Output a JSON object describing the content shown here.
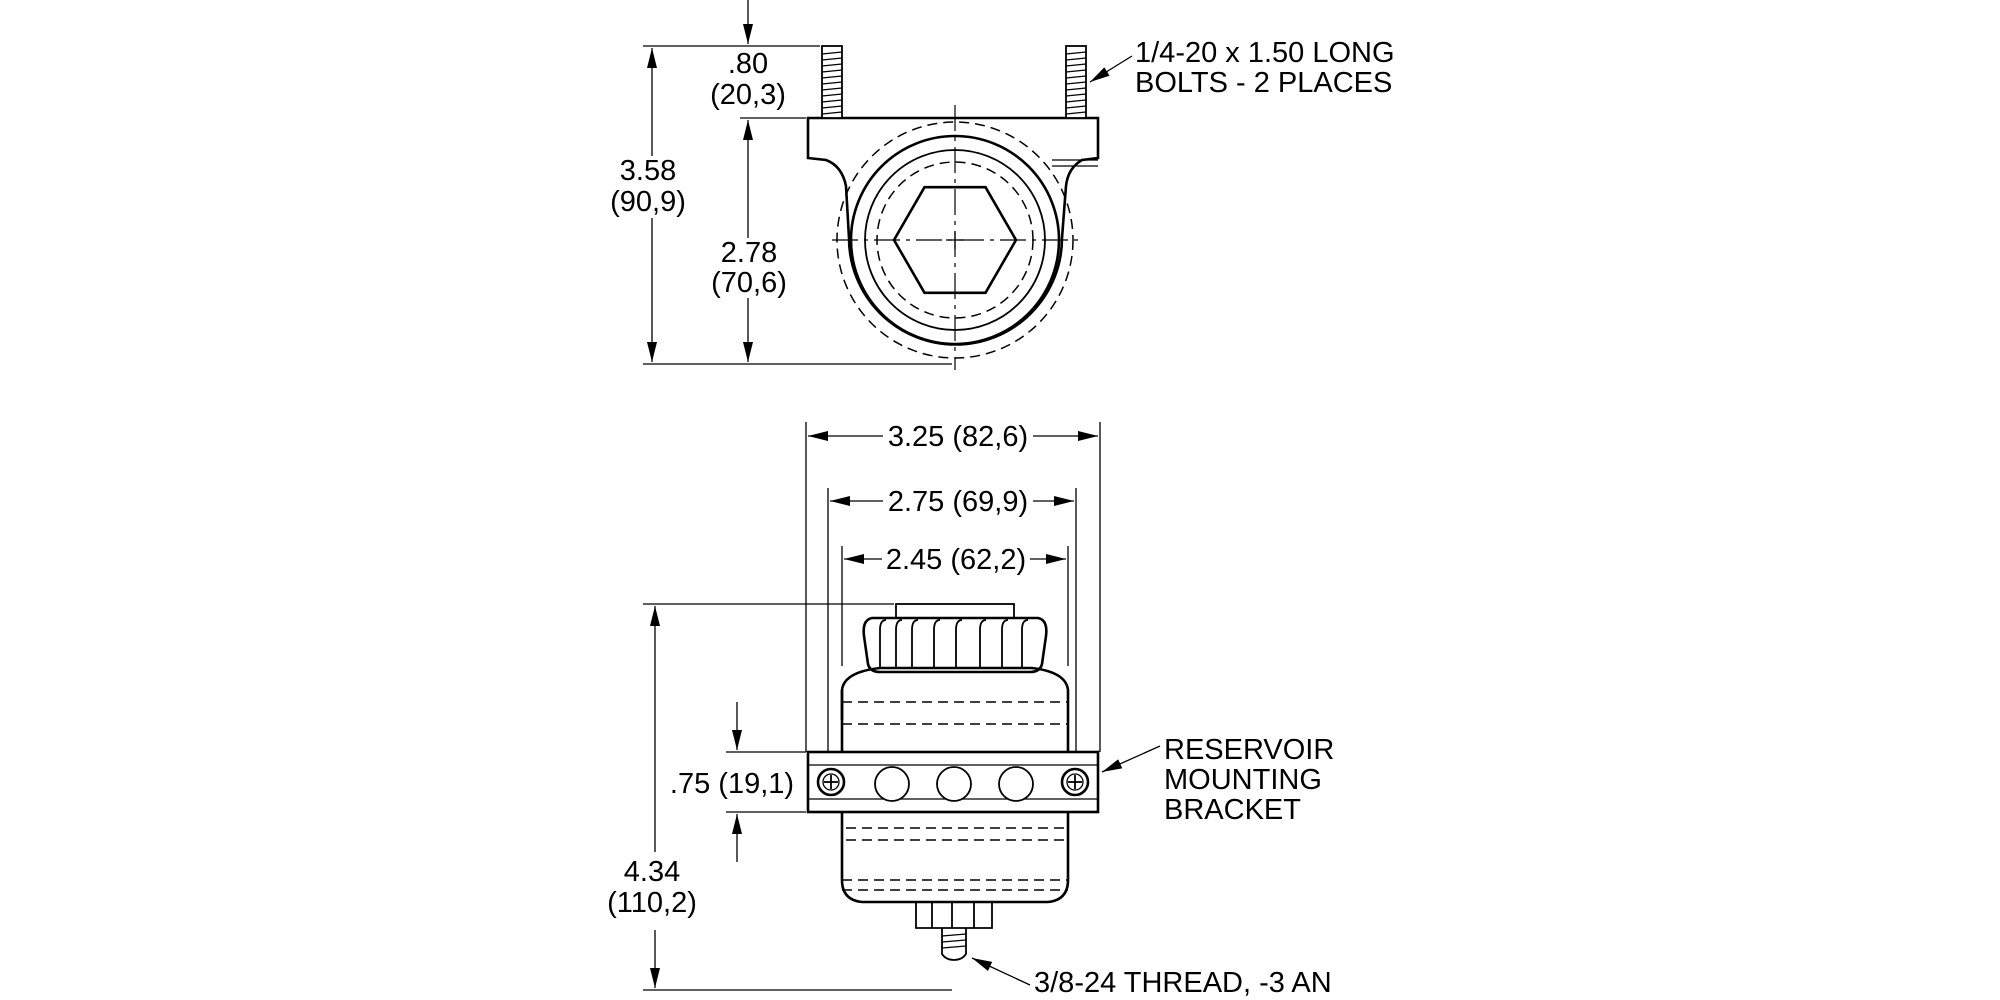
{
  "top_view": {
    "height_overall": [
      "3.58",
      "(90,9)"
    ],
    "height_clamp": [
      "2.78",
      "(70,6)"
    ],
    "bolt_offset": [
      ".80",
      "(20,3)"
    ],
    "bolt_note": [
      "1/4-20 x 1.50 LONG",
      "BOLTS - 2 PLACES"
    ]
  },
  "front_view": {
    "width_bracket": "3.25 (82,6)",
    "width_cap": "2.75 (69,9)",
    "width_body": "2.45 (62,2)",
    "bracket_height": ".75 (19,1)",
    "height_overall": [
      "4.34",
      "(110,2)"
    ],
    "bracket_note": [
      "RESERVOIR",
      "MOUNTING",
      "BRACKET"
    ],
    "fitting_note": "3/8-24 THREAD, -3 AN"
  }
}
